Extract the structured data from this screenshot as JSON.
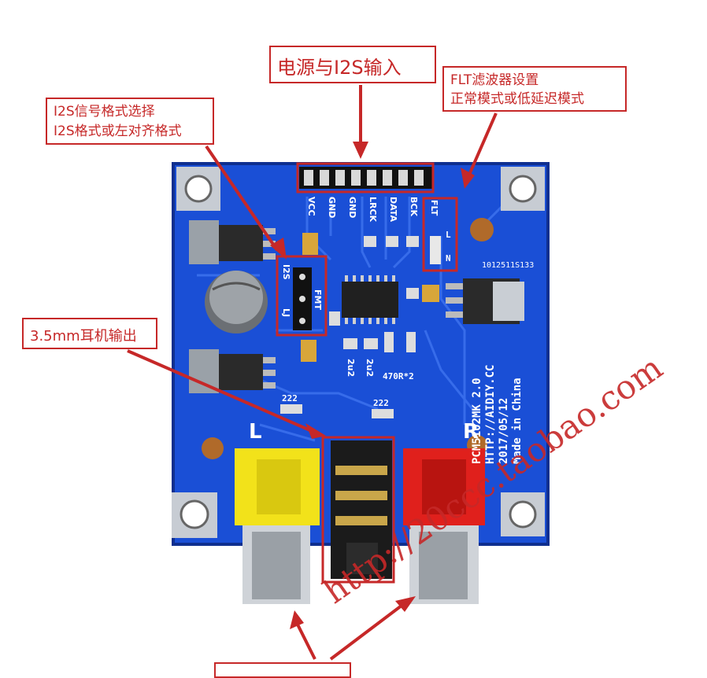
{
  "callouts": {
    "power": "电源与I2S输入",
    "flt_line1": "FLT滤波器设置",
    "flt_line2": "正常模式或低延迟模式",
    "i2s_line1": "I2S信号格式选择",
    "i2s_line2": "I2S格式或左对齐格式",
    "jack": "3.5mm耳机输出"
  },
  "pcb": {
    "header_pins": [
      "VCC",
      "GND",
      "GND",
      "LRCK",
      "DATA",
      "BCK"
    ],
    "flt_label": "FLT",
    "flt_opts": [
      "L",
      "N"
    ],
    "i2s_label": "I2S",
    "fmt_label": "FMT",
    "lj_label": "LJ",
    "code": "1012511S133",
    "info_lines": [
      "PCM5102MK 2.0",
      "HTTP://AIDIY.CC",
      "2017/05/12",
      "Made in China"
    ],
    "cap_2u2_a": "2u2",
    "cap_2u2_b": "2u2",
    "res_470": "470R*2",
    "cap_222_a": "222",
    "cap_222_b": "222",
    "left_label": "L",
    "right_label": "R"
  },
  "watermark": "http://20ccc.taobao.com",
  "colors": {
    "pcb_blue": "#1a4fd6",
    "callout_red": "#c62828",
    "rca_left": "#f2e21a",
    "rca_right": "#e0201c"
  }
}
